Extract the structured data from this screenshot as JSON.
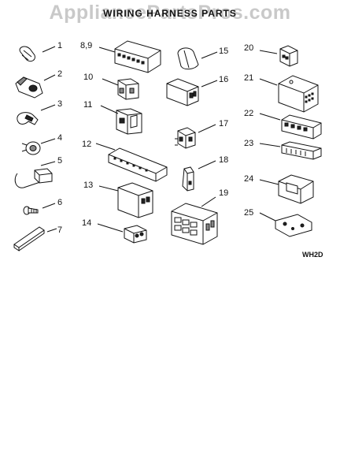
{
  "watermark": "AppliancePartsPros.com",
  "title": "WIRING HARNESS PARTS",
  "figure_code": "WH2D",
  "callouts": [
    {
      "label": "1"
    },
    {
      "label": "2"
    },
    {
      "label": "3"
    },
    {
      "label": "4"
    },
    {
      "label": "5"
    },
    {
      "label": "6"
    },
    {
      "label": "7"
    },
    {
      "label": "8,9"
    },
    {
      "label": "10"
    },
    {
      "label": "11"
    },
    {
      "label": "12"
    },
    {
      "label": "13"
    },
    {
      "label": "14"
    },
    {
      "label": "15"
    },
    {
      "label": "16"
    },
    {
      "label": "17"
    },
    {
      "label": "18"
    },
    {
      "label": "19"
    },
    {
      "label": "20"
    },
    {
      "label": "21"
    },
    {
      "label": "22"
    },
    {
      "label": "23"
    },
    {
      "label": "24"
    },
    {
      "label": "25"
    }
  ]
}
